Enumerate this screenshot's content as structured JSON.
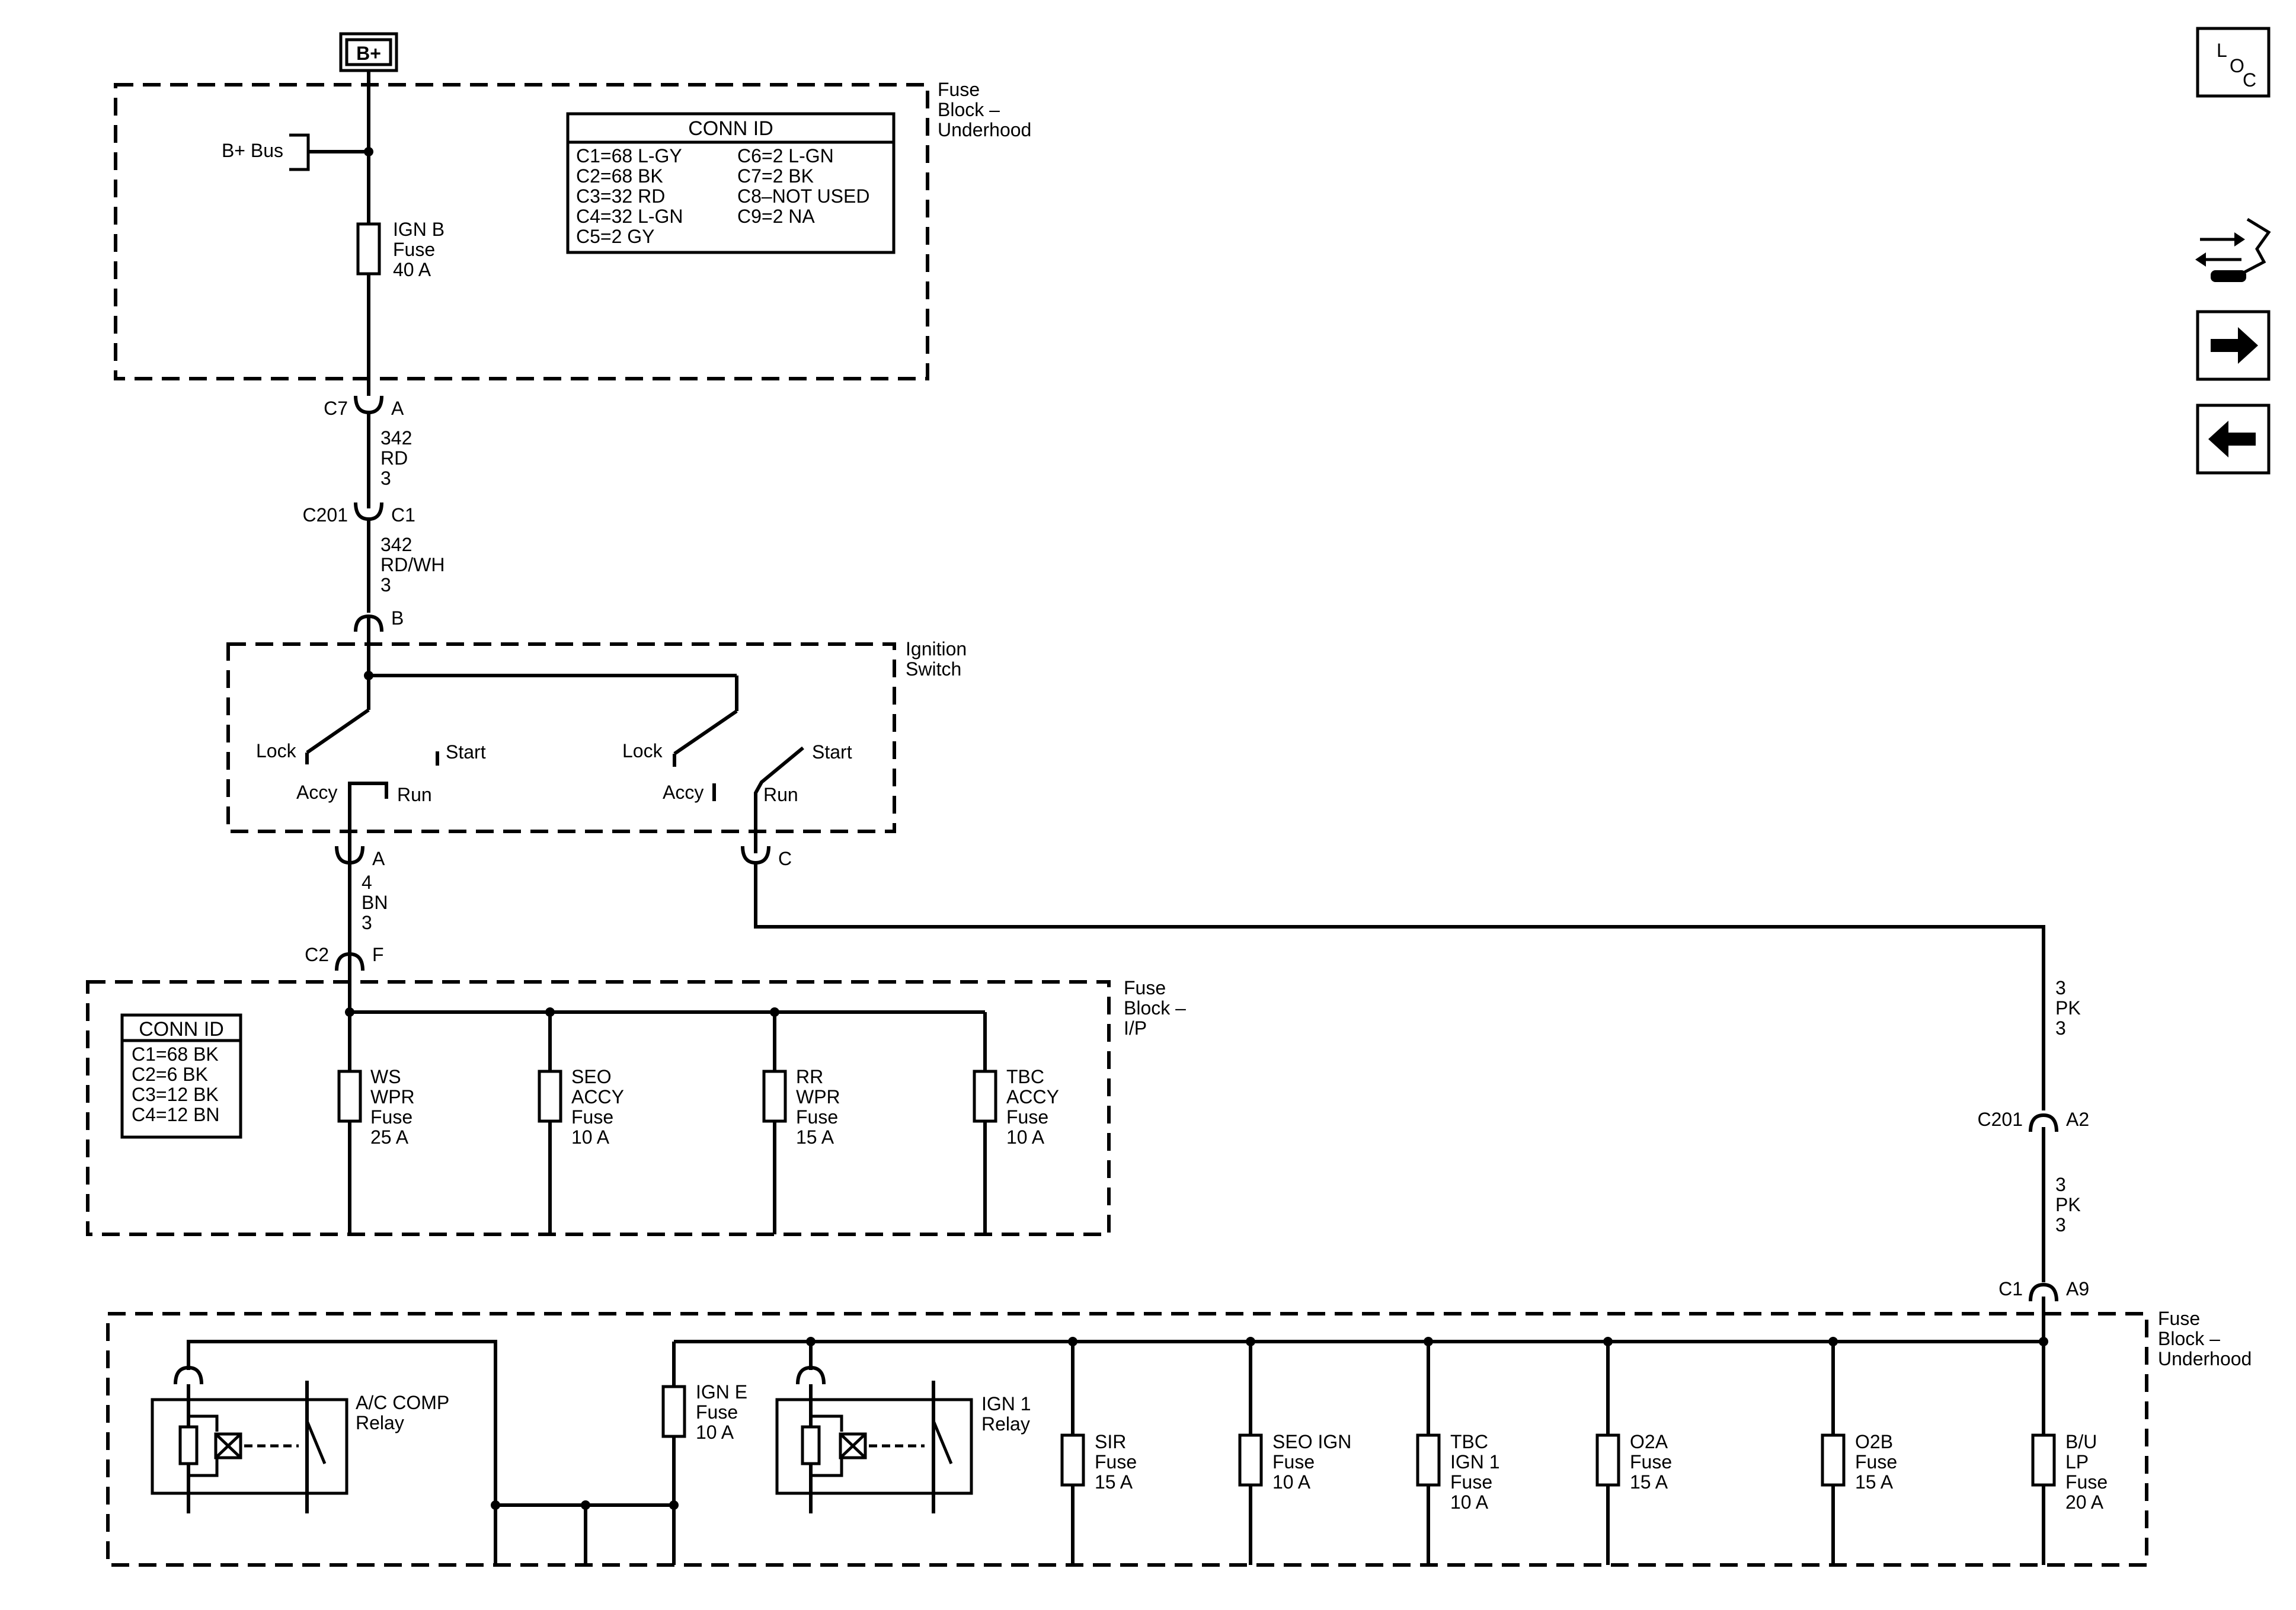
{
  "supply": {
    "label": "B+",
    "bus_label": "B+ Bus"
  },
  "underhood_top": {
    "title": [
      "Fuse",
      "Block –",
      "Underhood"
    ],
    "fuse": [
      "IGN B",
      "Fuse",
      "40 A"
    ],
    "conn_id_title": "CONN ID",
    "conn_ids": [
      "C1=68 L-GY",
      "C2=68 BK",
      "C3=32 RD",
      "C4=32 L-GN",
      "C5=2 GY",
      "C6=2 L-GN",
      "C7=2 BK",
      "C8–NOT USED",
      "C9=2 NA"
    ]
  },
  "conn_c7": {
    "connector": "C7",
    "pin": "A"
  },
  "wire_1": [
    "342",
    "RD",
    "3"
  ],
  "conn_c201_c1": {
    "connector": "C201",
    "pin": "C1"
  },
  "wire_2": [
    "342",
    "RD/WH",
    "3"
  ],
  "ign_input_pin": "B",
  "ignition_switch": {
    "title": [
      "Ignition",
      "Switch"
    ],
    "left": {
      "lock": "Lock",
      "start": "Start",
      "accy": "Accy",
      "run": "Run"
    },
    "right": {
      "lock": "Lock",
      "start": "Start",
      "accy": "Accy",
      "run": "Run"
    },
    "out_a": "A",
    "out_c": "C"
  },
  "wire_3": [
    "4",
    "BN",
    "3"
  ],
  "conn_c2": {
    "connector": "C2",
    "pin": "F"
  },
  "ip_block": {
    "title": [
      "Fuse",
      "Block –",
      "I/P"
    ],
    "conn_id_title": "CONN ID",
    "conn_ids": [
      "C1=68 BK",
      "C2=6 BK",
      "C3=12 BK",
      "C4=12 BN"
    ],
    "fuses": [
      [
        "WS",
        "WPR",
        "Fuse",
        "25 A"
      ],
      [
        "SEO",
        "ACCY",
        "Fuse",
        "10 A"
      ],
      [
        "RR",
        "WPR",
        "Fuse",
        "15 A"
      ],
      [
        "TBC",
        "ACCY",
        "Fuse",
        "10 A"
      ]
    ]
  },
  "wire_4": [
    "3",
    "PK",
    "3"
  ],
  "conn_c201_a2": {
    "connector": "C201",
    "pin": "A2"
  },
  "wire_5": [
    "3",
    "PK",
    "3"
  ],
  "conn_c1_a9": {
    "connector": "C1",
    "pin": "A9"
  },
  "underhood_bottom": {
    "title": [
      "Fuse",
      "Block –",
      "Underhood"
    ],
    "ac_relay": [
      "A/C COMP",
      "Relay"
    ],
    "ign_e": [
      "IGN E",
      "Fuse",
      "10 A"
    ],
    "ign1_relay": [
      "IGN 1",
      "Relay"
    ],
    "fuses": [
      [
        "SIR",
        "Fuse",
        "15 A"
      ],
      [
        "SEO IGN",
        "Fuse",
        "10 A"
      ],
      [
        "TBC",
        "IGN 1",
        "Fuse",
        "10 A"
      ],
      [
        "O2A",
        "Fuse",
        "15 A"
      ],
      [
        "O2B",
        "Fuse",
        "15 A"
      ],
      [
        "B/U",
        "LP",
        "Fuse",
        "20 A"
      ]
    ]
  },
  "nav": {
    "loc_l": "L",
    "loc_o": "O",
    "loc_c": "C"
  }
}
